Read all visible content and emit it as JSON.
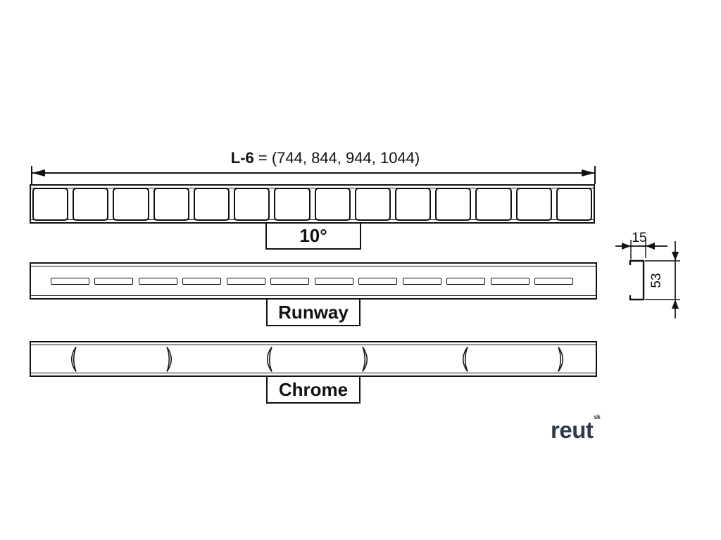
{
  "drawing": {
    "dimension": {
      "label_bold": "L-6",
      "label_rest": " = (744, 844, 944, 1044)"
    },
    "grates": [
      {
        "name": "10-degree grate",
        "label": "10°",
        "square_count": 14
      },
      {
        "name": "runway grate",
        "label": "Runway",
        "slot_count": 12
      },
      {
        "name": "chrome grate",
        "label": "Chrome",
        "crescents": [
          "left",
          "right",
          "left",
          "right",
          "left",
          "right"
        ]
      }
    ],
    "section": {
      "width_label": "15",
      "height_label": "53"
    },
    "logo": {
      "text": "reut",
      "superscript": "sk",
      "color": "#2e3a4c"
    }
  },
  "colors": {
    "line": "#111111",
    "background": "#ffffff"
  }
}
